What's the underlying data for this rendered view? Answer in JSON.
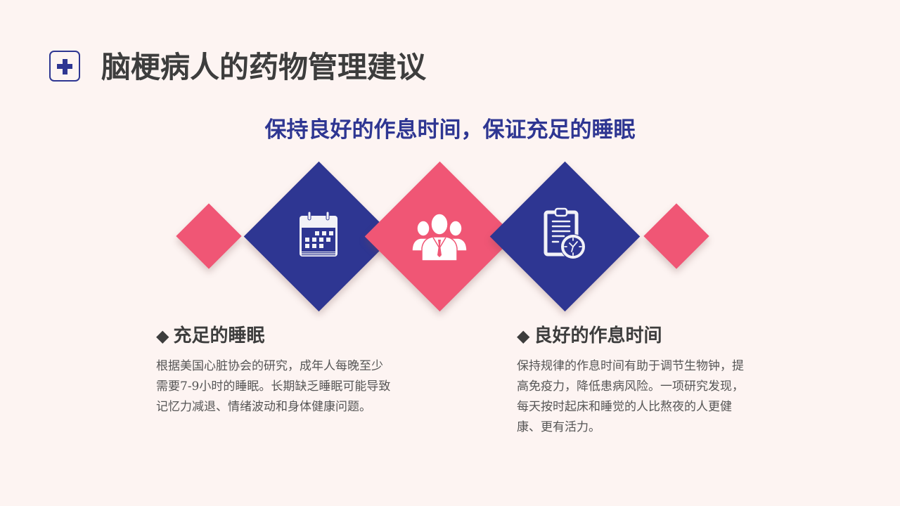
{
  "header": {
    "logo_icon": "medical-cross-icon",
    "title": "脑梗病人的药物管理建议"
  },
  "subtitle": "保持良好的作息时间，保证充足的睡眠",
  "diamonds": [
    {
      "color": "#f05675",
      "size": "small",
      "icon": null
    },
    {
      "color": "#2e3692",
      "size": "large",
      "icon": "calendar-icon"
    },
    {
      "color": "#f05675",
      "size": "large",
      "icon": "team-people-icon"
    },
    {
      "color": "#2e3692",
      "size": "large",
      "icon": "clipboard-clock-icon"
    },
    {
      "color": "#f05675",
      "size": "small",
      "icon": null
    }
  ],
  "sections": [
    {
      "bullet": "◆",
      "title": "充足的睡眠",
      "body": "根据美国心脏协会的研究，成年人每晚至少需要7-9小时的睡眠。长期缺乏睡眠可能导致记忆力减退、情绪波动和身体健康问题。"
    },
    {
      "bullet": "◆",
      "title": "良好的作息时间",
      "body": "保持规律的作息时间有助于调节生物钟，提高免疫力，降低患病风险。一项研究发现，每天按时起床和睡觉的人比熬夜的人更健康、更有活力。"
    }
  ],
  "colors": {
    "background": "#fdf4f2",
    "accent_blue": "#2e3692",
    "accent_pink": "#f05675",
    "title_text": "#3d3d3d",
    "body_text": "#555555"
  }
}
